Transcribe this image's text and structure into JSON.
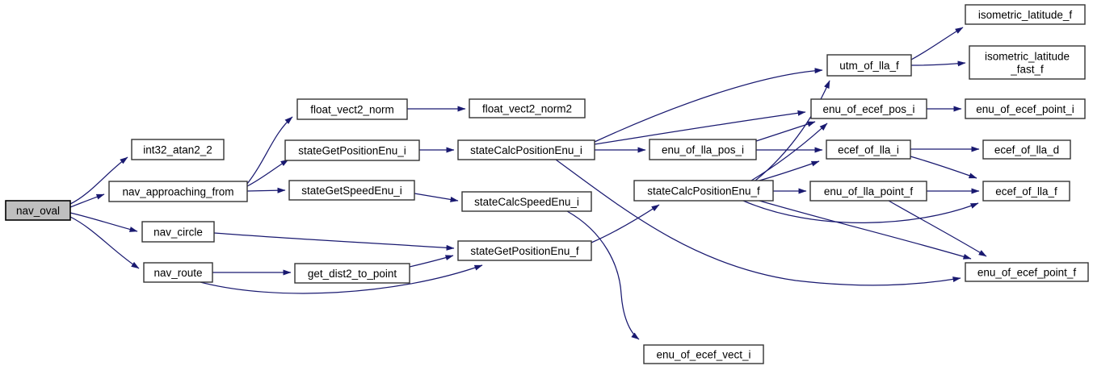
{
  "diagram": {
    "kind": "call-graph",
    "root_function": "nav_oval",
    "colors": {
      "edge": "#191970",
      "node_border": "#333333",
      "node_fill": "#ffffff",
      "root_fill": "#bfbfbf",
      "text": "#000000",
      "background": "#ffffff"
    }
  },
  "nodes": {
    "nav_oval": {
      "label": "nav_oval",
      "root": true
    },
    "int32_atan2_2": {
      "label": "int32_atan2_2"
    },
    "nav_approaching_from": {
      "label": "nav_approaching_from"
    },
    "nav_circle": {
      "label": "nav_circle"
    },
    "nav_route": {
      "label": "nav_route"
    },
    "float_vect2_norm": {
      "label": "float_vect2_norm"
    },
    "stateGetPositionEnu_i": {
      "label": "stateGetPositionEnu_i"
    },
    "stateGetSpeedEnu_i": {
      "label": "stateGetSpeedEnu_i"
    },
    "get_dist2_to_point": {
      "label": "get_dist2_to_point"
    },
    "float_vect2_norm2": {
      "label": "float_vect2_norm2"
    },
    "stateCalcPositionEnu_i": {
      "label": "stateCalcPositionEnu_i"
    },
    "stateCalcSpeedEnu_i": {
      "label": "stateCalcSpeedEnu_i"
    },
    "stateGetPositionEnu_f": {
      "label": "stateGetPositionEnu_f"
    },
    "enu_of_lla_pos_i": {
      "label": "enu_of_lla_pos_i"
    },
    "stateCalcPositionEnu_f": {
      "label": "stateCalcPositionEnu_f"
    },
    "enu_of_ecef_vect_i": {
      "label": "enu_of_ecef_vect_i"
    },
    "utm_of_lla_f": {
      "label": "utm_of_lla_f"
    },
    "enu_of_ecef_pos_i": {
      "label": "enu_of_ecef_pos_i"
    },
    "ecef_of_lla_i": {
      "label": "ecef_of_lla_i"
    },
    "enu_of_lla_point_f": {
      "label": "enu_of_lla_point_f"
    },
    "isometric_latitude_f": {
      "label": "isometric_latitude_f"
    },
    "isometric_latitude_fast_f": {
      "label": "isometric_latitude_fast_f",
      "lines": [
        "isometric_latitude",
        "_fast_f"
      ]
    },
    "enu_of_ecef_point_i": {
      "label": "enu_of_ecef_point_i"
    },
    "ecef_of_lla_d": {
      "label": "ecef_of_lla_d"
    },
    "ecef_of_lla_f": {
      "label": "ecef_of_lla_f"
    },
    "enu_of_ecef_point_f": {
      "label": "enu_of_ecef_point_f"
    }
  },
  "edges": [
    {
      "from": "nav_oval",
      "to": "int32_atan2_2"
    },
    {
      "from": "nav_oval",
      "to": "nav_approaching_from"
    },
    {
      "from": "nav_oval",
      "to": "nav_circle"
    },
    {
      "from": "nav_oval",
      "to": "nav_route"
    },
    {
      "from": "nav_approaching_from",
      "to": "float_vect2_norm"
    },
    {
      "from": "nav_approaching_from",
      "to": "stateGetPositionEnu_i"
    },
    {
      "from": "nav_approaching_from",
      "to": "stateGetSpeedEnu_i"
    },
    {
      "from": "float_vect2_norm",
      "to": "float_vect2_norm2"
    },
    {
      "from": "stateGetPositionEnu_i",
      "to": "stateCalcPositionEnu_i"
    },
    {
      "from": "stateGetSpeedEnu_i",
      "to": "stateCalcSpeedEnu_i"
    },
    {
      "from": "nav_circle",
      "to": "stateGetPositionEnu_f"
    },
    {
      "from": "nav_route",
      "to": "get_dist2_to_point"
    },
    {
      "from": "nav_route",
      "to": "stateGetPositionEnu_f"
    },
    {
      "from": "get_dist2_to_point",
      "to": "stateGetPositionEnu_f"
    },
    {
      "from": "stateGetPositionEnu_f",
      "to": "stateCalcPositionEnu_f"
    },
    {
      "from": "stateCalcPositionEnu_i",
      "to": "enu_of_lla_pos_i"
    },
    {
      "from": "stateCalcPositionEnu_i",
      "to": "utm_of_lla_f"
    },
    {
      "from": "stateCalcPositionEnu_i",
      "to": "enu_of_ecef_pos_i"
    },
    {
      "from": "stateCalcPositionEnu_i",
      "to": "enu_of_ecef_point_f"
    },
    {
      "from": "stateCalcSpeedEnu_i",
      "to": "enu_of_ecef_vect_i"
    },
    {
      "from": "stateCalcPositionEnu_f",
      "to": "enu_of_lla_point_f"
    },
    {
      "from": "stateCalcPositionEnu_f",
      "to": "utm_of_lla_f"
    },
    {
      "from": "stateCalcPositionEnu_f",
      "to": "enu_of_ecef_pos_i"
    },
    {
      "from": "stateCalcPositionEnu_f",
      "to": "ecef_of_lla_i"
    },
    {
      "from": "stateCalcPositionEnu_f",
      "to": "ecef_of_lla_f"
    },
    {
      "from": "stateCalcPositionEnu_f",
      "to": "enu_of_ecef_point_f"
    },
    {
      "from": "enu_of_lla_pos_i",
      "to": "ecef_of_lla_i"
    },
    {
      "from": "enu_of_lla_pos_i",
      "to": "enu_of_ecef_pos_i"
    },
    {
      "from": "utm_of_lla_f",
      "to": "isometric_latitude_f"
    },
    {
      "from": "utm_of_lla_f",
      "to": "isometric_latitude_fast_f"
    },
    {
      "from": "enu_of_ecef_pos_i",
      "to": "enu_of_ecef_point_i"
    },
    {
      "from": "ecef_of_lla_i",
      "to": "ecef_of_lla_d"
    },
    {
      "from": "ecef_of_lla_i",
      "to": "ecef_of_lla_f"
    },
    {
      "from": "enu_of_lla_point_f",
      "to": "ecef_of_lla_f"
    },
    {
      "from": "enu_of_lla_point_f",
      "to": "enu_of_ecef_point_f"
    }
  ]
}
